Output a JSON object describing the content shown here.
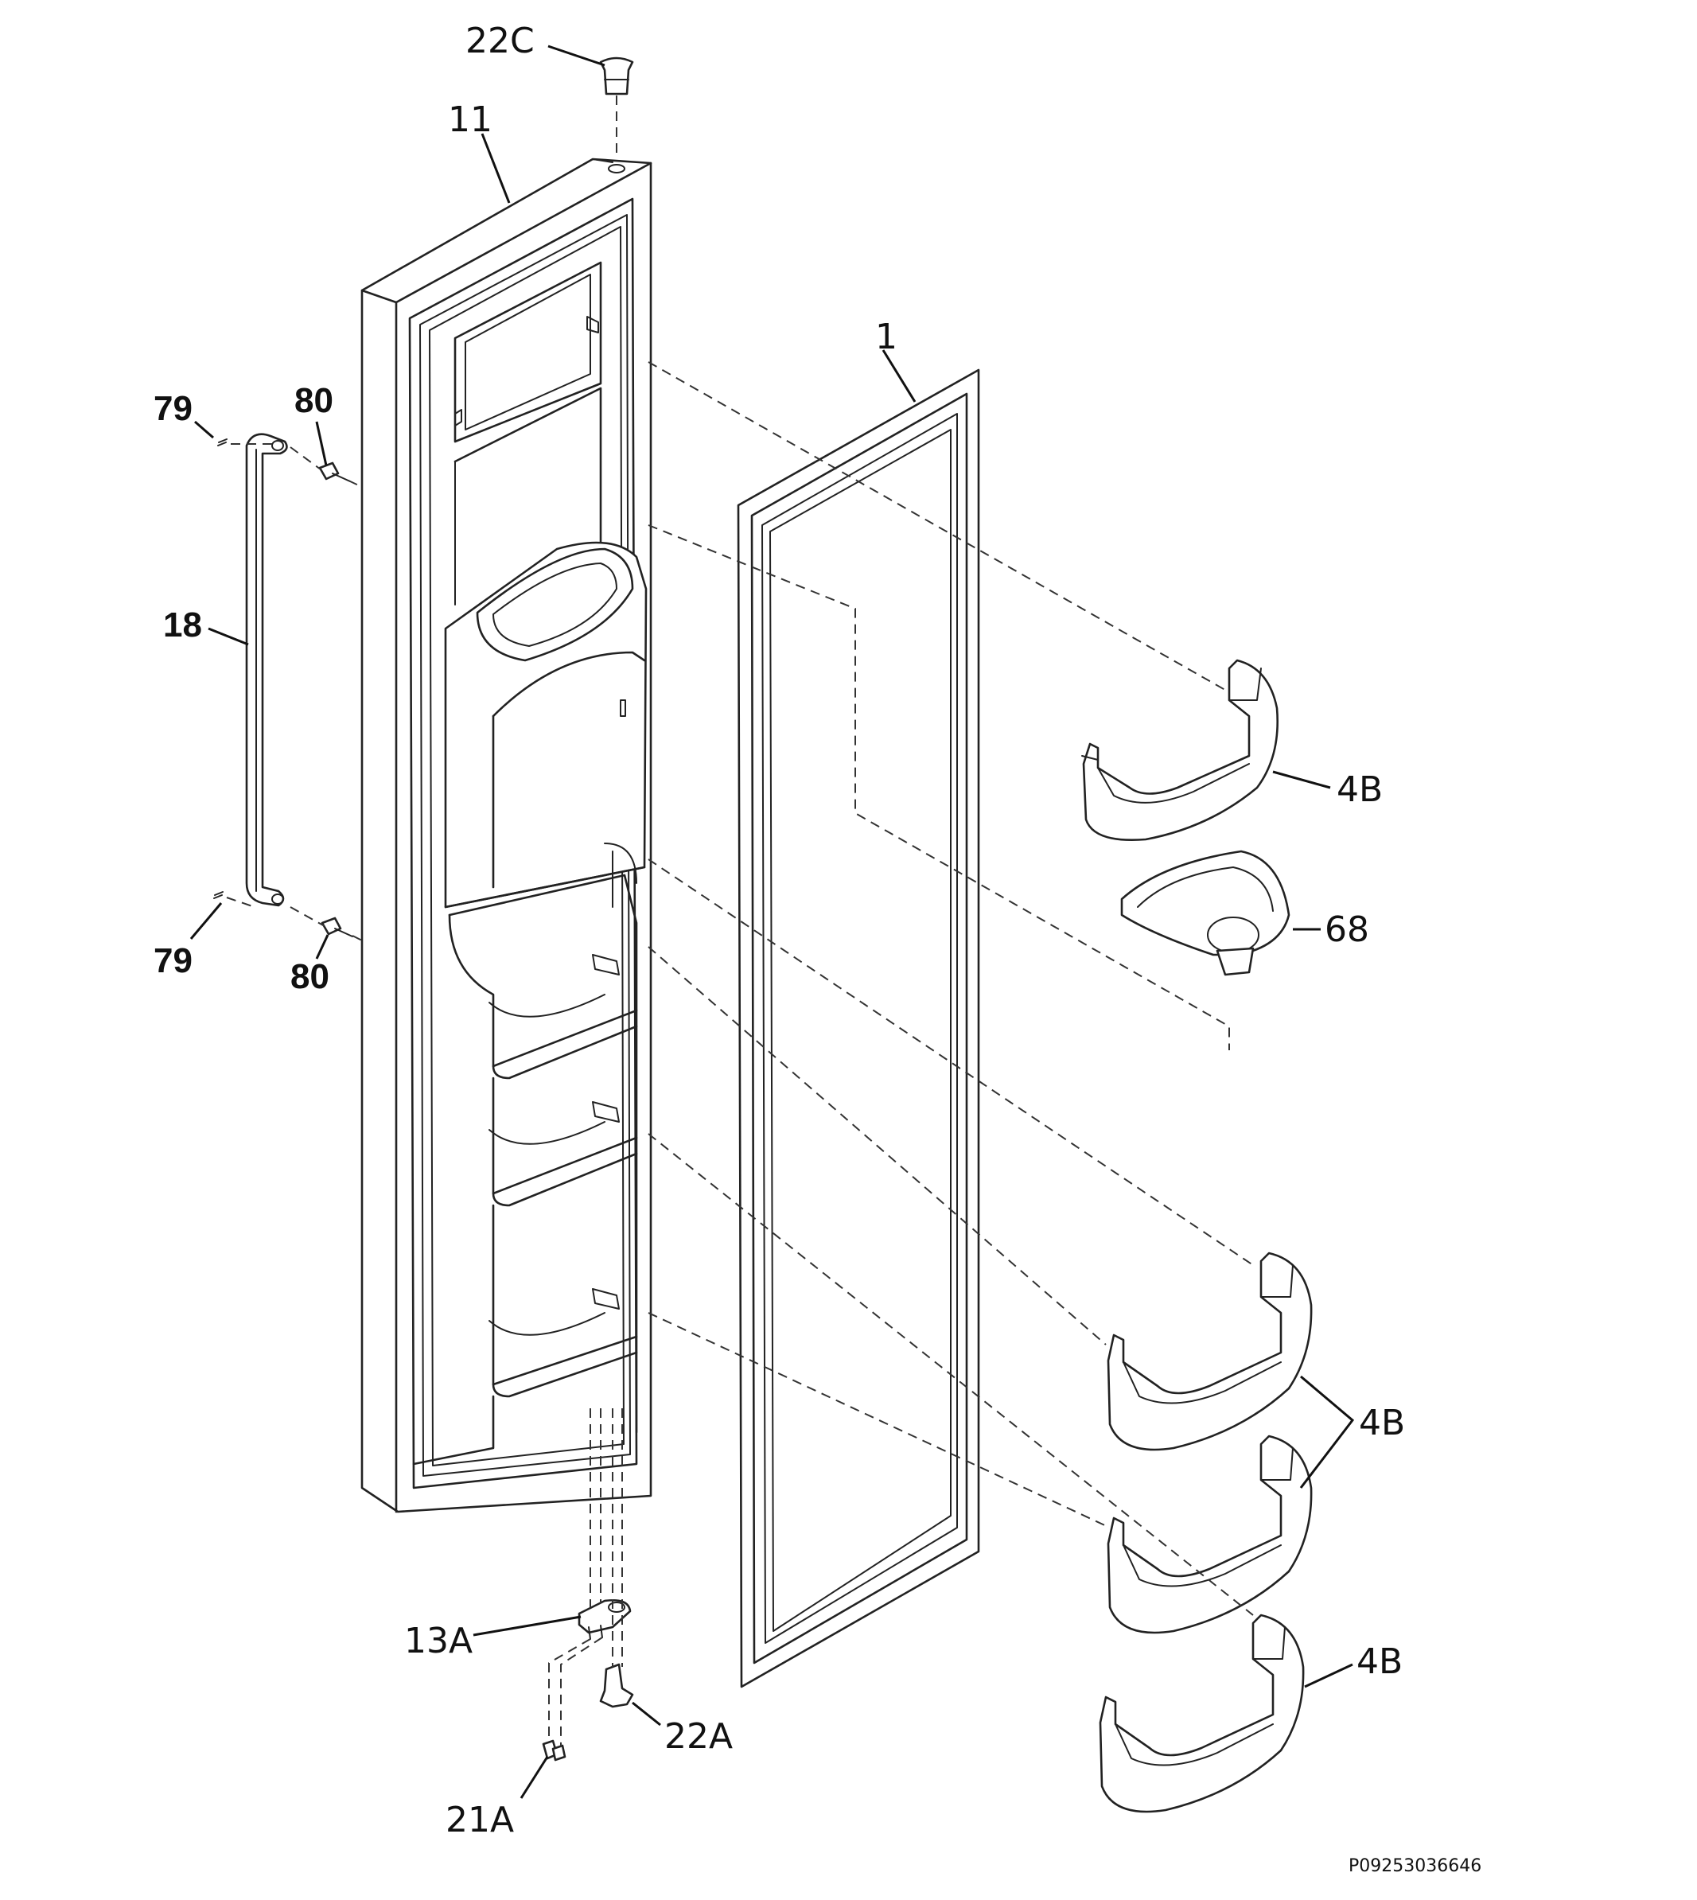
{
  "labels": {
    "door": "11",
    "gasket": "1",
    "handle": "18",
    "screw_top": "79",
    "screw_bottom": "79",
    "stud_top": "80",
    "stud_bottom": "80",
    "top_cap": "22C",
    "hinge": "13A",
    "bushing": "22A",
    "hinge_screw": "21A",
    "bin_top": "4B",
    "ice_cup": "68",
    "bins_pair": "4B",
    "bin_bottom": "4B"
  },
  "diagram_code": "P09253036646"
}
